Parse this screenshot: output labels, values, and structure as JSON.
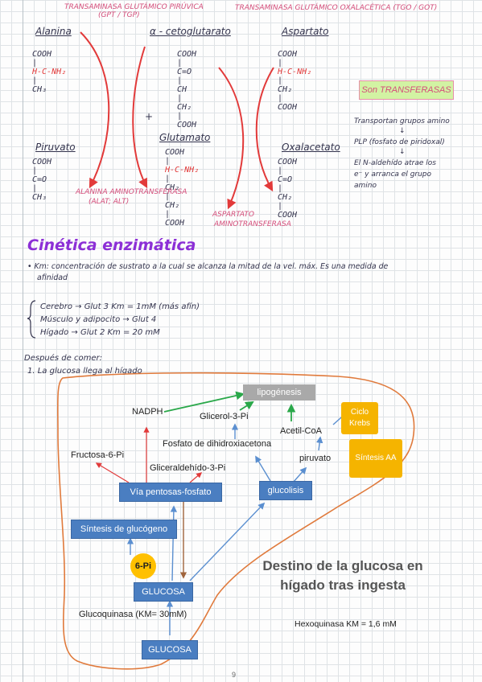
{
  "top_section": {
    "gpt_header": "TRANSAMINASA GLUTÁMICO PIRÚVICA",
    "gpt_abbrev": "(GPT / TGP)",
    "got_header": "TRANSAMINASA GLUTÁMICO OXALACÉTICA (TGO / GOT)",
    "alanina": "Alanina",
    "alfa_ceto": "α - cetoglutarato",
    "aspartato": "Aspartato",
    "piruvato": "Piruvato",
    "glutamato": "Glutamato",
    "oxalacetato": "Oxalacetato",
    "alat_label": "ALANINA AMINOTRANSFERASA",
    "alat_abbrev": "(ALAT; ALT)",
    "asat_label_1": "ASPARTATO",
    "asat_label_2": "AMINOTRANSFERASA",
    "plus_sign": "+",
    "transferasas_box": "Son TRANSFERASAS",
    "note_1": "Transportan grupos amino",
    "note_arrow_1": "↓",
    "note_2": "PLP (fosfato de piridoxal)",
    "note_arrow_2": "↓",
    "note_3": "El N-aldehído atrae los",
    "note_4": "e⁻ y arranca el grupo",
    "note_5": "amino"
  },
  "structures": {
    "alanina": [
      "COOH",
      "  |",
      "H-C-NH₂",
      "  |",
      " CH₃"
    ],
    "alfa_ceto": [
      "COOH",
      "  |",
      "C=O",
      "  |",
      " CH",
      "  |",
      " CH₂",
      "  |",
      "COOH"
    ],
    "aspartato": [
      "COOH",
      "  |",
      "H-C-NH₂",
      "  |",
      " CH₂",
      "  |",
      "COOH"
    ],
    "piruvato": [
      "COOH",
      "  |",
      "C=O",
      "  |",
      " CH₃"
    ],
    "glutamato": [
      "COOH",
      "  |",
      "H-C-NH₂",
      "  |",
      " CH₂",
      "  |",
      " CH₂",
      "  |",
      "COOH"
    ],
    "oxalacetato": [
      "COOH",
      "  |",
      "C=O",
      "  |",
      " CH₂",
      "  |",
      "COOH"
    ]
  },
  "kinetics": {
    "title": "Cinética enzimática",
    "km_line_1": "• Km: concentración de sustrato a la cual se alcanza la mitad de la vel. máx. Es una medida de",
    "km_line_2": "afinidad",
    "row_1": "Cerebro → Glut 3   Km = 1mM (más afín)",
    "row_2": "Músculo y adipocito → Glut 4",
    "row_3": "Hígado → Glut 2   Km = 20 mM",
    "after_eating": "Después de comer:",
    "step_1": "1. La glucosa llega al hígado"
  },
  "diagram": {
    "lipogenesis": "lipogénesis",
    "nadph": "NADPH",
    "glicerol3p": "Glicerol-3-Pi",
    "acetilcoa": "Acetil-CoA",
    "ciclo_krebs": "Ciclo Krebs",
    "sintesis_aa": "Síntesis AA",
    "fructosa6p": "Fructosa-6-Pi",
    "fosfato_dihidroxiacetona": "Fosfato de dihidroxiacetona",
    "piruvato": "piruvato",
    "gliceraldehido3p": "Gliceraldehído-3-Pi",
    "via_pentosas": "Vía pentosas-fosfato",
    "glucolisis": "glucolisis",
    "sintesis_glucogeno": "Síntesis de glucógeno",
    "six_pi": "6-Pi",
    "glucosa_inner": "GLUCOSA",
    "glucoquinasa": "Glucoquinasa (KM= 30mM)",
    "glucosa_outer": "GLUCOSA",
    "title_line_1": "Destino de la glucosa en",
    "title_line_2": "hígado tras ingesta",
    "hexoquinasa": "Hexoquinasa KM = 1,6 mM"
  },
  "page_number": "9",
  "colors": {
    "blue_box": "#4a7ec1",
    "red_arrow": "#e23a3a",
    "green_arrow": "#2aa84a",
    "orange_box": "#f5b400",
    "liver_outline": "#e07a3c"
  }
}
